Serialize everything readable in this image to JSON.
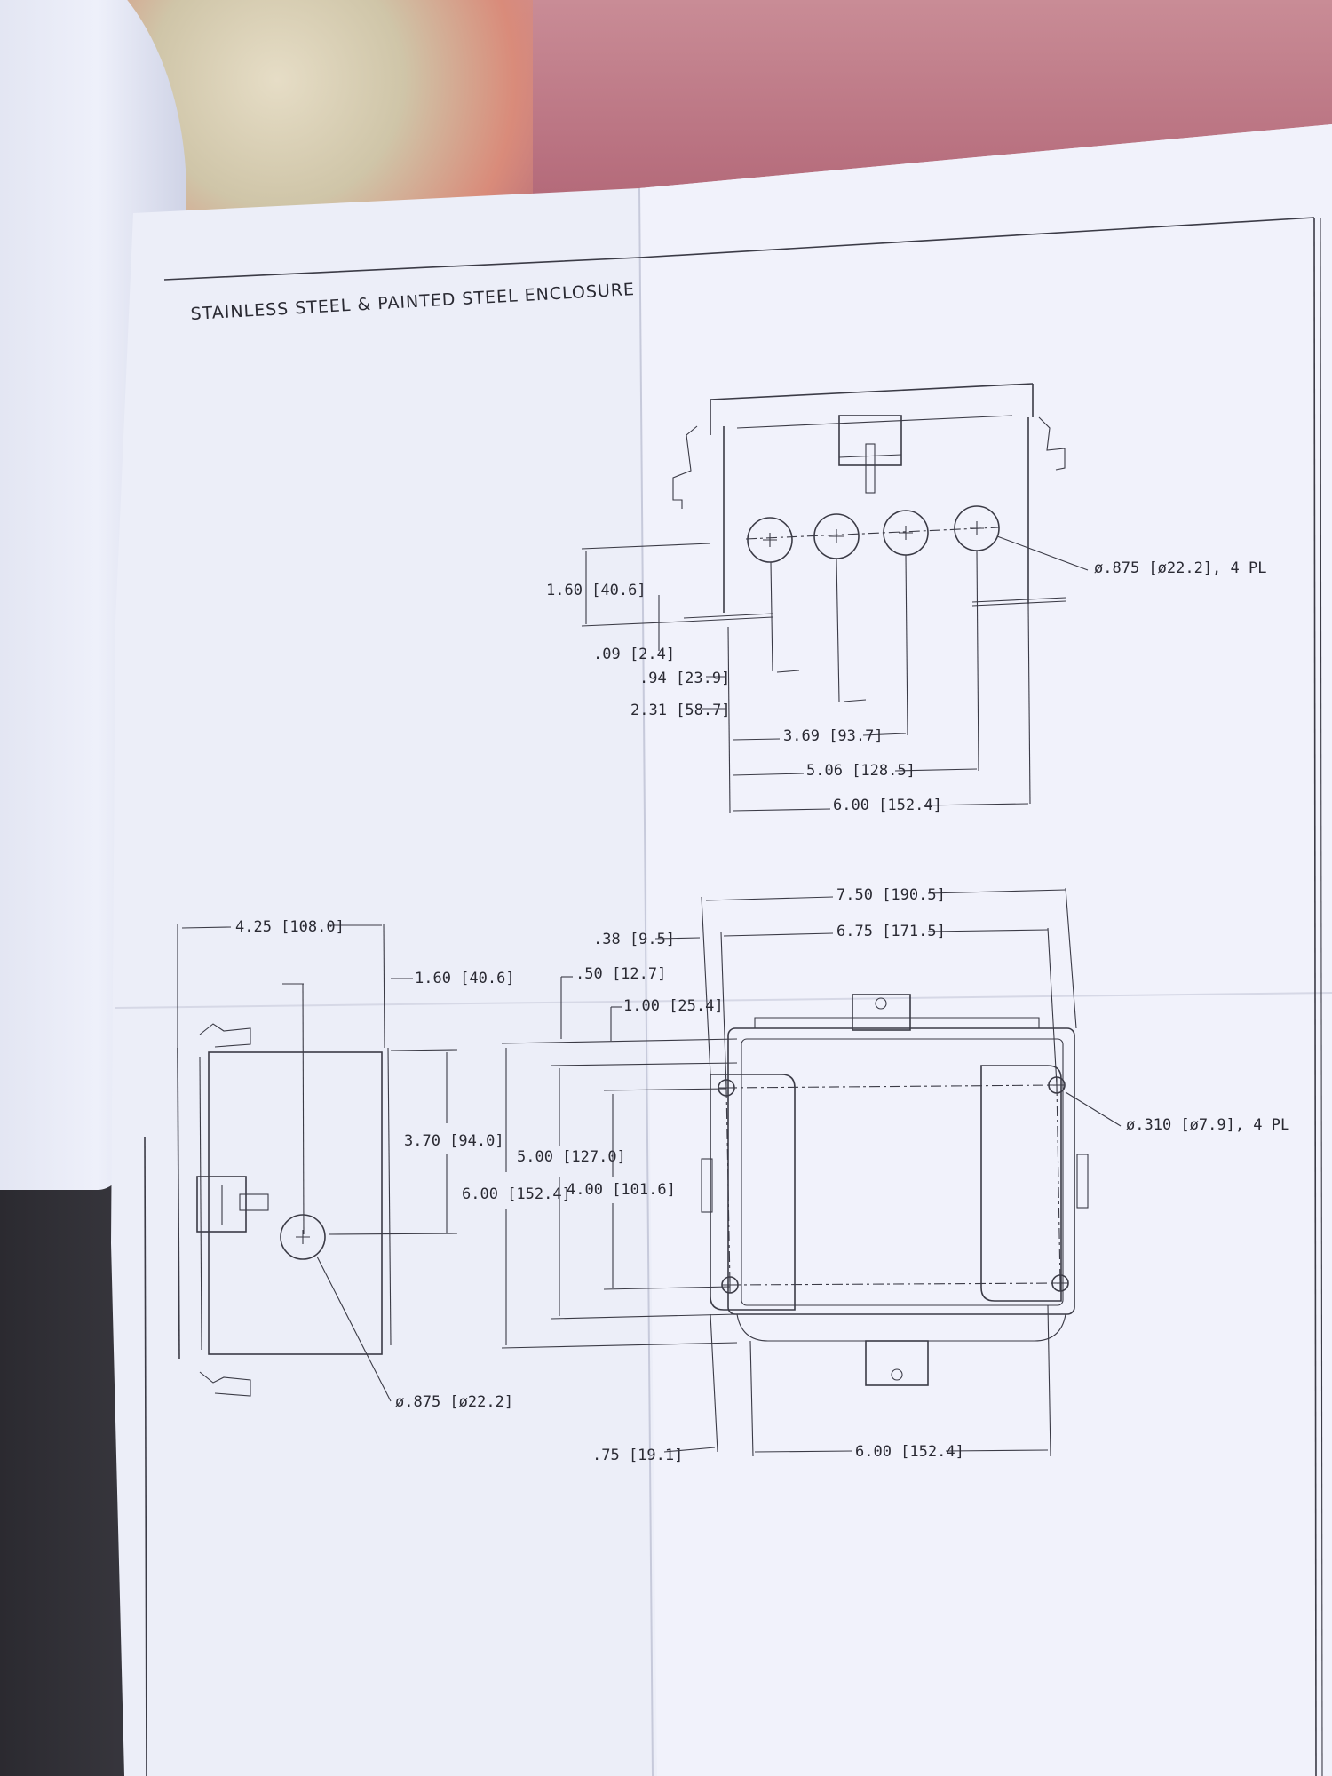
{
  "title": "STAINLESS STEEL & PAINTED STEEL ENCLOSURE",
  "top_view": {
    "hole_callout": "ø.875 [ø22.2], 4 PL",
    "dims": {
      "d1": "1.60 [40.6]",
      "d2": ".09 [2.4]",
      "d3": ".94 [23.9]",
      "d4": "2.31 [58.7]",
      "d5": "3.69 [93.7]",
      "d6": "5.06 [128.5]",
      "d7": "6.00 [152.4]"
    }
  },
  "side_view": {
    "hole_callout": "ø.875 [ø22.2]",
    "dims": {
      "width": "4.25 [108.0]",
      "offset": "1.60 [40.6]",
      "height": "3.70 [94.0]"
    }
  },
  "front_view": {
    "hole_callout": "ø.310 [ø7.9], 4 PL",
    "dims": {
      "overall_w": "7.50 [190.5]",
      "mount_w": "6.75 [171.5]",
      "flange": ".38 [9.5]",
      "d050": ".50 [12.7]",
      "d100": "1.00 [25.4]",
      "overall_h": "6.00 [152.4]",
      "mid_h": "5.00 [127.0]",
      "inner_h": "4.00 [101.6]",
      "bottom_off": ".75 [19.1]",
      "bottom_w": "6.00 [152.4]"
    }
  }
}
